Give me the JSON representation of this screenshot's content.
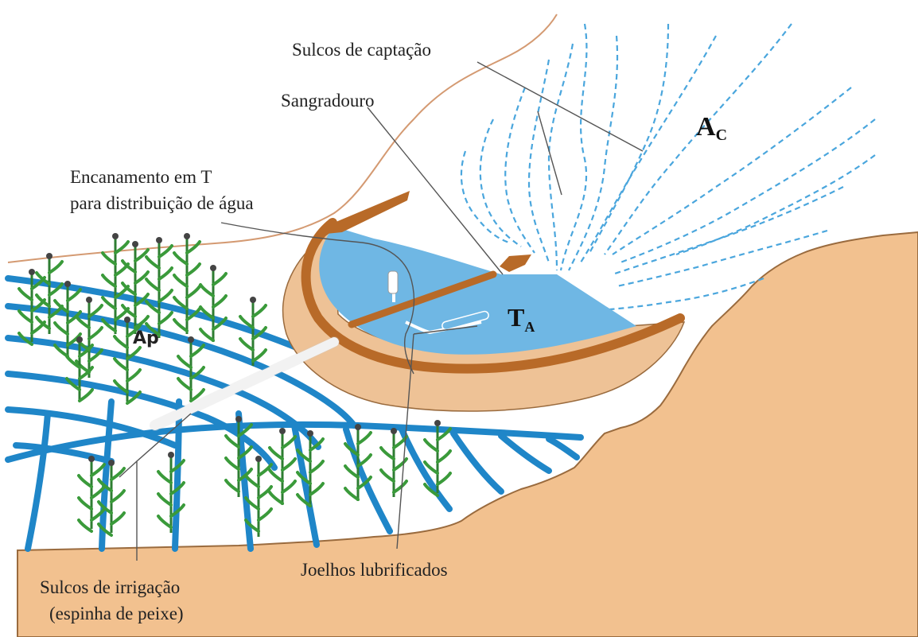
{
  "labels": {
    "sulcos_captacao": "Sulcos de captação",
    "sangradouro": "Sangradouro",
    "encanamento_line1": "Encanamento em T",
    "encanamento_line2": "para distribuição de água",
    "ac_main": "A",
    "ac_sub": "C",
    "ta_main": "T",
    "ta_sub": "A",
    "ap": "Ap",
    "joelhos": "Joelhos lubrificados",
    "sulcos_irrigacao_line1": "Sulcos de irrigação",
    "sulcos_irrigacao_line2": "(espinha de peixe)"
  },
  "colors": {
    "ground": "#f2c18f",
    "ground_outline": "#9a6b3e",
    "water": "#6fb7e4",
    "dam": "#b86a28",
    "furrow": "#1f86c8",
    "catch_furrow": "#4aa6dd",
    "plant": "#3a9a3a",
    "ridge_line": "#d49a72"
  },
  "icons": [
    "maize-plant-icon",
    "pipe-t-icon",
    "spillway-icon"
  ]
}
